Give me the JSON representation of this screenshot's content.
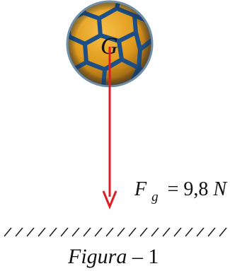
{
  "ball": {
    "center_label": "G"
  },
  "force": {
    "symbol": "F",
    "subscript": "g",
    "equals": "=",
    "value": "9,8",
    "unit": "N",
    "arrow_color": "#e11b22"
  },
  "ground": {
    "hatch_color": "#222222"
  },
  "caption": {
    "word": "Figura",
    "dash": "–",
    "number": "1"
  },
  "colors": {
    "ball_panel": "#e8a21f",
    "ball_panel_dark": "#b5701a",
    "ball_seam": "#1d4f86",
    "ball_rim": "#6f8fa8"
  }
}
